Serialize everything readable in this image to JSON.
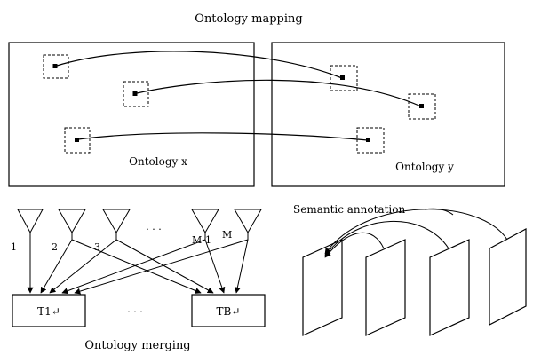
{
  "titles": {
    "mapping": "Ontology mapping",
    "merging": "Ontology merging",
    "annotation": "Semantic annotation"
  },
  "ontologies": {
    "x_label": "Ontology x",
    "y_label": "Ontology y"
  },
  "merging": {
    "source_labels": [
      "1",
      "2",
      "3",
      "M-1",
      "M"
    ],
    "dots": "· · ·",
    "target_left": "T1↵",
    "target_right": "TB↵",
    "target_dots": "· · ·"
  }
}
